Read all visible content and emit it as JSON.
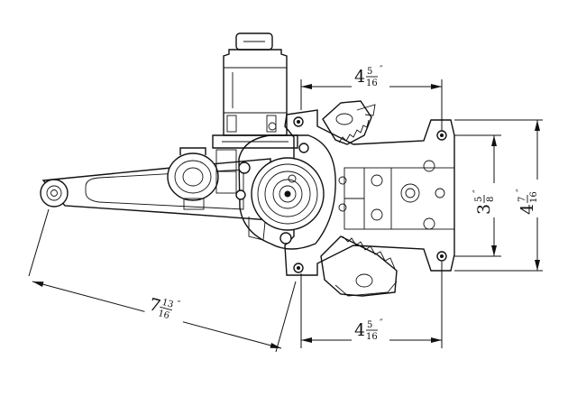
{
  "dimensions": {
    "top_width": {
      "whole": "4",
      "num": "5",
      "den": "16",
      "mark": "″"
    },
    "bottom_width": {
      "whole": "4",
      "num": "5",
      "den": "16",
      "mark": "″"
    },
    "arm_length": {
      "whole": "7",
      "num": "13",
      "den": "16",
      "mark": "″"
    },
    "inner_height": {
      "whole": "3",
      "num": "5",
      "den": "8",
      "mark": "″"
    },
    "outer_height": {
      "whole": "4",
      "num": "7",
      "den": "16",
      "mark": "″"
    }
  }
}
